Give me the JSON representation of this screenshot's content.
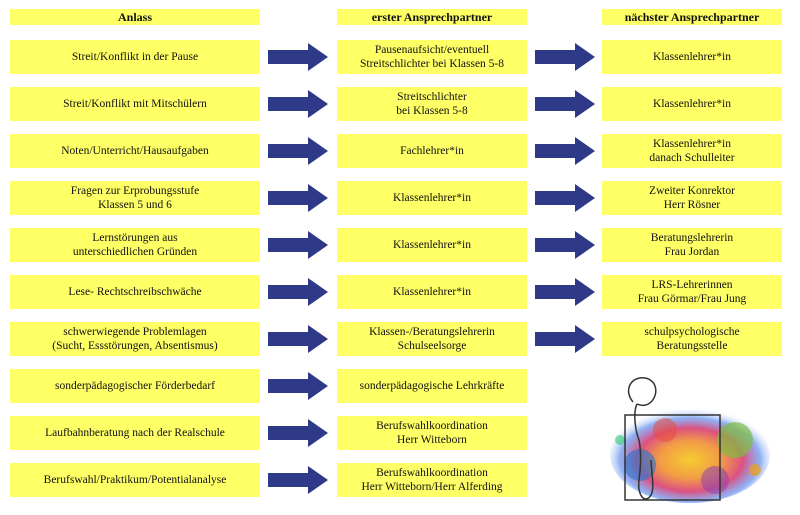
{
  "headers": {
    "anlass": "Anlass",
    "erster": "erster Ansprechpartner",
    "naechster": "nächster Ansprechpartner"
  },
  "rows": [
    {
      "anlass": [
        "Streit/Konflikt in der Pause"
      ],
      "erster": [
        "Pausenaufsicht/eventuell",
        "Streitschlichter bei Klassen 5-8"
      ],
      "naechster": [
        "Klassenlehrer*in"
      ]
    },
    {
      "anlass": [
        "Streit/Konflikt mit Mitschülern"
      ],
      "erster": [
        "Streitschlichter",
        "bei Klassen 5-8"
      ],
      "naechster": [
        "Klassenlehrer*in"
      ]
    },
    {
      "anlass": [
        "Noten/Unterricht/Hausaufgaben"
      ],
      "erster": [
        "Fachlehrer*in"
      ],
      "naechster": [
        "Klassenlehrer*in",
        "danach Schulleiter"
      ]
    },
    {
      "anlass": [
        "Fragen zur Erprobungsstufe",
        "Klassen 5 und 6"
      ],
      "erster": [
        "Klassenlehrer*in"
      ],
      "naechster": [
        "Zweiter Konrektor",
        "Herr Rösner"
      ]
    },
    {
      "anlass": [
        "Lernstörungen aus",
        "unterschiedlichen Gründen"
      ],
      "erster": [
        "Klassenlehrer*in"
      ],
      "naechster": [
        "Beratungslehrerin",
        "Frau Jordan"
      ]
    },
    {
      "anlass": [
        "Lese- Rechtschreibschwäche"
      ],
      "erster": [
        "Klassenlehrer*in"
      ],
      "naechster": [
        "LRS-Lehrerinnen",
        "Frau Görmar/Frau Jung"
      ]
    },
    {
      "anlass": [
        "schwerwiegende Problemlagen",
        "(Sucht, Essstörungen, Absentismus)"
      ],
      "erster": [
        "Klassen-/Beratungslehrerin",
        "Schulseelsorge"
      ],
      "naechster": [
        "schulpsychologische",
        "Beratungsstelle"
      ]
    },
    {
      "anlass": [
        "sonderpädagogischer Förderbedarf"
      ],
      "erster": [
        "sonderpädagogische Lehrkräfte"
      ]
    },
    {
      "anlass": [
        "Laufbahnberatung nach der Realschule"
      ],
      "erster": [
        "Berufswahlkoordination",
        "Herr Witteborn"
      ]
    },
    {
      "anlass": [
        "Berufswahl/Praktikum/Potentialanalyse"
      ],
      "erster": [
        "Berufswahlkoordination",
        "Herr Witteborn/Herr Alferding"
      ]
    }
  ],
  "colors": {
    "box": "#ffff66",
    "arrow": "#2e3a87"
  },
  "icons": {
    "arrow": "right-arrow-icon",
    "logo": "school-logo-splash"
  }
}
